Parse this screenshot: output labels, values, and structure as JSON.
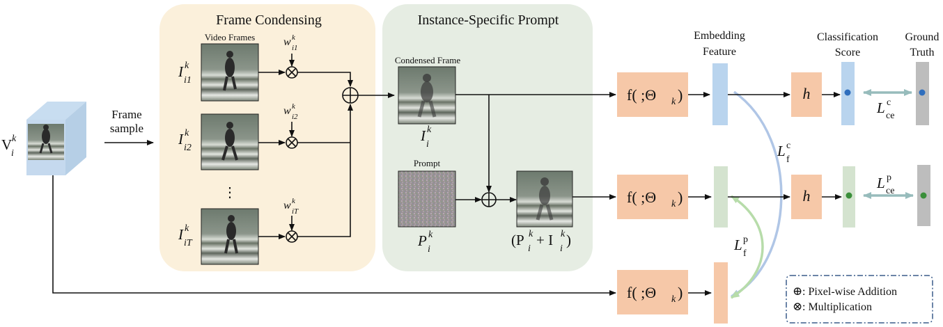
{
  "input": {
    "label": "V",
    "sub": "i",
    "sup": "k"
  },
  "frame_sample": {
    "line1": "Frame",
    "line2": "sample"
  },
  "frame_condensing": {
    "title": "Frame Condensing",
    "video_frames_label": "Video Frames",
    "frames": [
      {
        "label": "I",
        "sub": "i1",
        "sup": "k",
        "weight": "w",
        "wsub": "i1",
        "wsup": "k"
      },
      {
        "label": "I",
        "sub": "i2",
        "sup": "k",
        "weight": "w",
        "wsub": "i2",
        "wsup": "k"
      },
      {
        "label": "I",
        "sub": "iT",
        "sup": "k",
        "weight": "w",
        "wsub": "iT",
        "wsup": "k"
      }
    ],
    "ellipsis": "⋮"
  },
  "instance_prompt": {
    "title": "Instance-Specific  Prompt",
    "condensed_label": "Condensed Frame",
    "condensed_var": {
      "label": "I",
      "sub": "i",
      "sup": "k"
    },
    "prompt_label": "Prompt",
    "prompt_var": {
      "label": "P",
      "sub": "i",
      "sup": "k"
    },
    "sum_var": "(P",
    "sum_var_mid": " + I",
    "sum_var_end": ")"
  },
  "embedding": {
    "line1": "Embedding",
    "line2": "Feature"
  },
  "classification": {
    "line1": "Classification",
    "line2": "Score"
  },
  "ground_truth": {
    "line1": "Ground",
    "line2": "Truth"
  },
  "encoder": {
    "text": "f( ;Θ",
    "sub": "k",
    "end": ")"
  },
  "head": "h",
  "losses": {
    "ce_c": {
      "L": "L",
      "sub": "ce",
      "sup": "c"
    },
    "ce_p": {
      "L": "L",
      "sub": "ce",
      "sup": "p"
    },
    "f_c": {
      "L": "L",
      "sub": "f",
      "sup": "c"
    },
    "f_p": {
      "L": "L",
      "sub": "f",
      "sup": "p"
    }
  },
  "legend": {
    "add_symbol": "⊕",
    "add_text": ": Pixel-wise Addition",
    "mul_symbol": "⊗",
    "mul_text": ": Multiplication"
  },
  "colors": {
    "condensing_bg": "#fbf0db",
    "prompt_bg": "#e6ede3",
    "encoder_box": "#f6c8a8",
    "embed_top": "#b9d4ee",
    "embed_mid": "#d4e3cf",
    "embed_bot": "#f6c8a8",
    "gt_bar": "#bdbdbd",
    "dot_blue": "#2f6ebd",
    "dot_green": "#3b8f3b",
    "loss_arrow": "#97bcbc",
    "lf_c_arrow": "#b0c6e6",
    "lf_p_arrow": "#b7dcaa"
  }
}
